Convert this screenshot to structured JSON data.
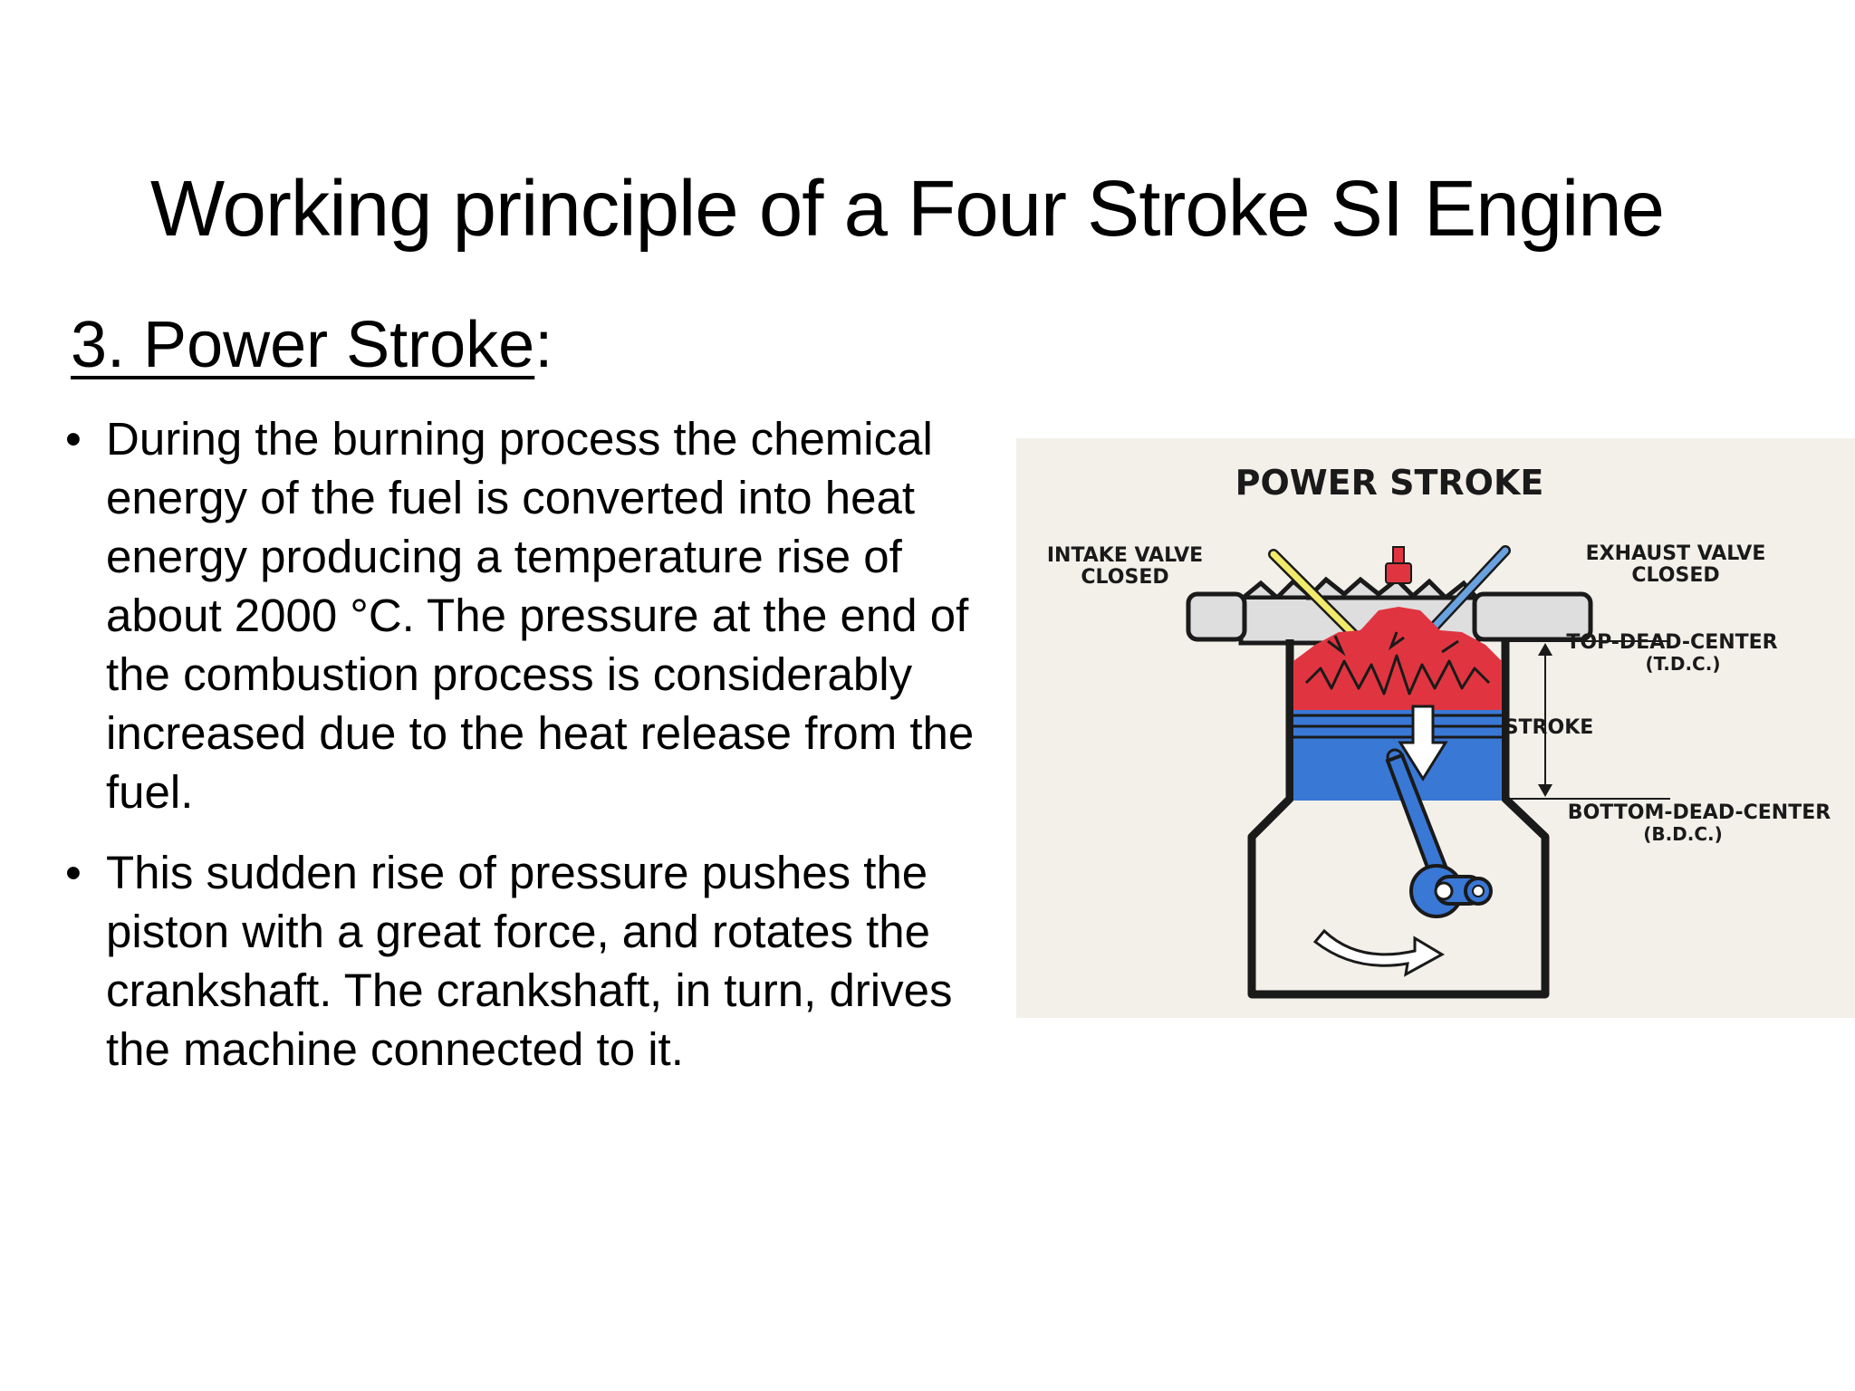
{
  "slide": {
    "title": "Working principle of a Four Stroke SI Engine",
    "subtitle_number": "3. Power Stroke",
    "subtitle_colon": ":",
    "bullets": [
      "During the burning process the chemical energy of the fuel is converted into heat energy producing a temperature rise of about 2000 °C. The pressure at the end of the combustion process is considerably increased due to the heat release from the fuel.",
      "This sudden rise of pressure pushes the piston with a great force, and rotates the crankshaft. The crankshaft, in turn, drives the machine connected to it."
    ],
    "bullet_symbol": "•"
  },
  "diagram": {
    "heading": "POWER STROKE",
    "intake_label_line1": "INTAKE VALVE",
    "intake_label_line2": "CLOSED",
    "exhaust_label_line1": "EXHAUST VALVE",
    "exhaust_label_line2": "CLOSED",
    "tdc_label_line1": "TOP-DEAD-CENTER",
    "tdc_label_line2": "(T.D.C.)",
    "stroke_label": "STROKE",
    "bdc_label_line1": "BOTTOM-DEAD-CENTER",
    "bdc_label_line2": "(B.D.C.)",
    "colors": {
      "combustion": "#e03540",
      "piston": "#3a78d6",
      "intake_valve": "#f2ea6a",
      "exhaust_valve": "#6aa2e0",
      "engine_body": "#dedede",
      "background": "#f3f0ea"
    }
  }
}
